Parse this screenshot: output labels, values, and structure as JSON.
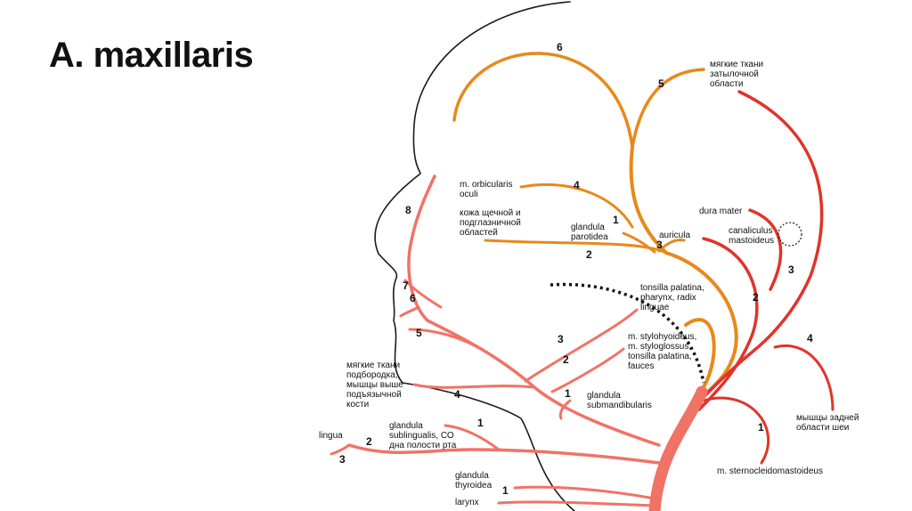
{
  "title": "A. maxillaris",
  "colors": {
    "orange": "#e8891a",
    "red": "#e0342a",
    "pink": "#f07366",
    "outline": "#1a1a1a"
  },
  "labels": {
    "soft_tissue_occipital": [
      "мягкие ткани",
      "затылочной",
      "области"
    ],
    "orbicularis_oculi": [
      "m. orbicularis",
      "oculi"
    ],
    "cheek_skin": [
      "кожа щечной и",
      "подглазничной",
      "областей"
    ],
    "glandula_parotidea": [
      "glandula",
      "parotidea"
    ],
    "auricula": "auricula",
    "dura_mater": "dura mater",
    "canaliculus_mastoideus": [
      "canaliculus",
      "mastoideus"
    ],
    "tonsilla_pharynx": [
      "tonsilla palatina,",
      "pharynx, radix",
      "linguae"
    ],
    "stylohyoideus": [
      "m. stylohyoideus,",
      "m. styloglossus,",
      "tonsilla palatina,",
      "fauces"
    ],
    "glandula_submandibularis": [
      "glandula",
      "submandibularis"
    ],
    "chin_soft_tissue": [
      "мягкие ткани",
      "подбородка,",
      "мышцы выше",
      "подъязычной",
      "кости"
    ],
    "glandula_sublingualis": [
      "glandula",
      "sublingualis, СО",
      "дна полости рта"
    ],
    "lingua": "lingua",
    "glandula_thyroidea": [
      "glandula",
      "thyroidea"
    ],
    "larynx": "larynx",
    "neck_back_muscles": [
      "мышцы задней",
      "области шеи"
    ],
    "sternocleidomastoideus": "m. sternocleidomastoideus"
  },
  "numbers": {
    "n6_top": "6",
    "n5_top": "5",
    "n4_orb": "4",
    "n1_parot": "1",
    "n3_aur": "3",
    "n2_cheek": "2",
    "n8": "8",
    "n7": "7",
    "n6_face": "6",
    "n5_face": "5",
    "n3_lower": "3",
    "n2_lower": "2",
    "n4_chin": "4",
    "n1_submand": "1",
    "n1_subling": "1",
    "n2_lingua": "2",
    "n3_lingua": "3",
    "n1_thyro": "1",
    "n3_right": "3",
    "n2_right": "2",
    "n4_right": "4",
    "n1_right": "1"
  }
}
